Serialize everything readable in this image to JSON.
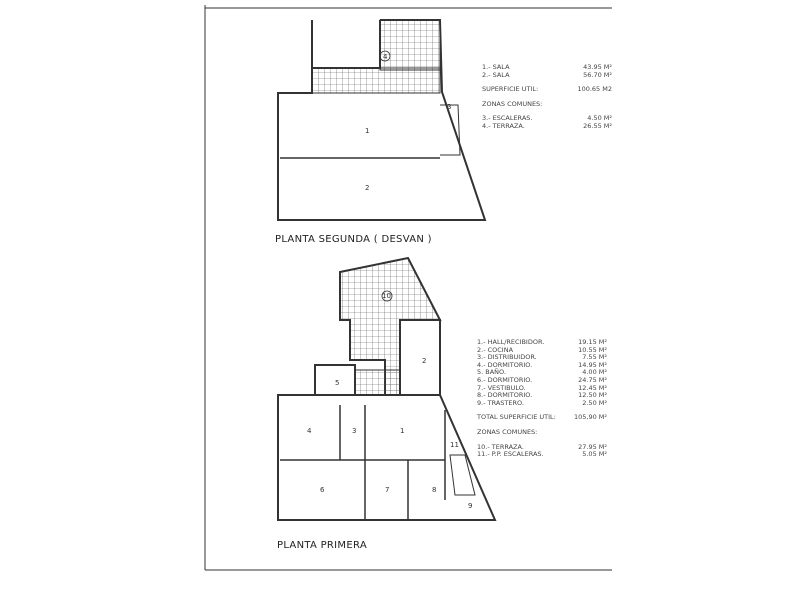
{
  "upper": {
    "title": "PLANTA SEGUNDA ( DESVAN )",
    "rooms": [
      {
        "label": "1.- SALA",
        "area": "43.95 M²"
      },
      {
        "label": "2.- SALA",
        "area": "56.70 M²"
      }
    ],
    "total_label": "SUPERFICIE UTIL:",
    "total": "100.65 M2",
    "common_title": "ZONAS COMUNES:",
    "common": [
      {
        "label": "3.- ESCALERAS.",
        "area": "4.50 M²"
      },
      {
        "label": "4.- TERRAZA.",
        "area": "26.55 M²"
      }
    ],
    "plan_numbers": [
      "1",
      "2",
      "3",
      "4"
    ]
  },
  "lower": {
    "title": "PLANTA PRIMERA",
    "rooms": [
      {
        "label": "1.- HALL/RECIBIDOR.",
        "area": "19.15 M²"
      },
      {
        "label": "2.- COCINA",
        "area": "10.55 M²"
      },
      {
        "label": "3.- DISTRIBUIDOR.",
        "area": "7.55 M²"
      },
      {
        "label": "4.- DORMITORIO.",
        "area": "14.95 M²"
      },
      {
        "label": "5. BAÑO.",
        "area": "4.00 M²"
      },
      {
        "label": "6.- DORMITORIO.",
        "area": "24.75 M²"
      },
      {
        "label": "7.- VESTIBULO.",
        "area": "12.45 M²"
      },
      {
        "label": "8.- DORMITORIO.",
        "area": "12.50 M²"
      },
      {
        "label": "9.- TRASTERO.",
        "area": "2.50 M²"
      }
    ],
    "total_label": "TOTAL SUPERFICIE UTIL:",
    "total": "105,90 M²",
    "common_title": "ZONAS COMUNES:",
    "common": [
      {
        "label": "10.- TERRAZA.",
        "area": "27.95 M²"
      },
      {
        "label": "11.- P.P. ESCALERAS.",
        "area": "5.05 M²"
      }
    ],
    "plan_numbers": [
      "1",
      "2",
      "3",
      "4",
      "5",
      "6",
      "7",
      "8",
      "9",
      "10",
      "11"
    ]
  }
}
